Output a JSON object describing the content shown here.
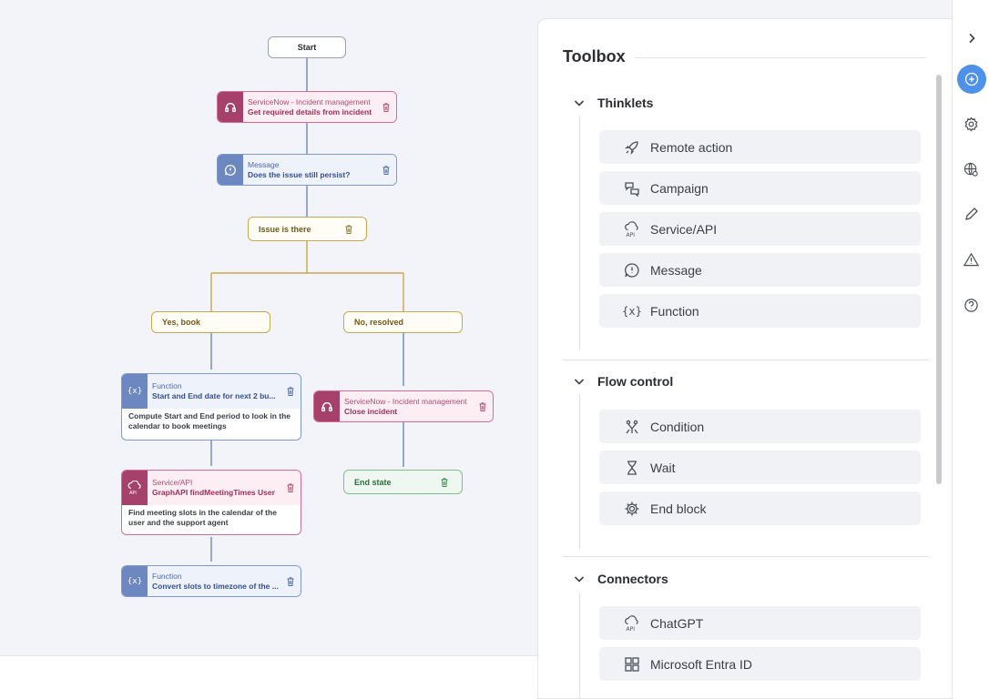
{
  "flow": {
    "start": "Start",
    "node_incident": {
      "type": "ServiceNow - Incident management",
      "title": "Get required details from incident"
    },
    "node_message": {
      "type": "Message",
      "title": "Does the issue still persist?"
    },
    "condition_issue": "Issue is there",
    "branch_yes": "Yes, book",
    "branch_no": "No, resolved",
    "node_function1": {
      "type": "Function",
      "title": "Start and End date for next 2 bu...",
      "desc": "Compute Start and End period to look in the calendar to book meetings"
    },
    "node_close": {
      "type": "ServiceNow - Incident management",
      "title": "Close incident"
    },
    "node_api": {
      "type": "Service/API",
      "title": "GraphAPI findMeetingTimes User",
      "desc": "Find meeting slots in the calendar of the user and the support agent"
    },
    "end_state": "End state",
    "node_function2": {
      "type": "Function",
      "title": "Convert slots to timezone of the ..."
    }
  },
  "toolbox": {
    "title": "Toolbox",
    "sections": [
      {
        "label": "Thinklets",
        "items": [
          {
            "label": "Remote action",
            "icon": "rocket-icon"
          },
          {
            "label": "Campaign",
            "icon": "chat-bubbles-icon"
          },
          {
            "label": "Service/API",
            "icon": "cloud-api-icon"
          },
          {
            "label": "Message",
            "icon": "message-icon"
          },
          {
            "label": "Function",
            "icon": "function-icon"
          }
        ]
      },
      {
        "label": "Flow control",
        "items": [
          {
            "label": "Condition",
            "icon": "condition-icon"
          },
          {
            "label": "Wait",
            "icon": "hourglass-icon"
          },
          {
            "label": "End block",
            "icon": "gear-icon"
          }
        ]
      },
      {
        "label": "Connectors",
        "items": [
          {
            "label": "ChatGPT",
            "icon": "cloud-api-icon"
          },
          {
            "label": "Microsoft Entra ID",
            "icon": "grid-icon"
          }
        ]
      }
    ]
  },
  "rail": [
    "chevron-right-icon",
    "add-icon",
    "settings-icon",
    "globe-settings-icon",
    "edit-icon",
    "warning-icon",
    "help-icon"
  ],
  "colors": {
    "pink": "#a5416a",
    "blue": "#6d87c0",
    "condition": "#c9a84e",
    "end": "#7fbf8f",
    "accent": "#4d92e8"
  }
}
